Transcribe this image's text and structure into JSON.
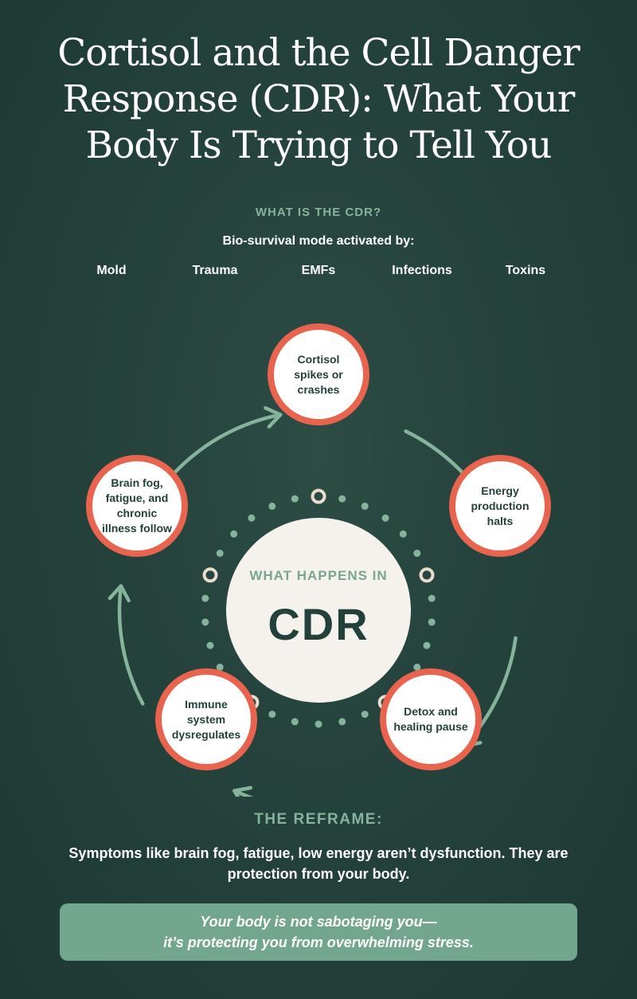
{
  "title": "Cortisol and the Cell Danger Response (CDR): What Your Body Is Trying to Tell You",
  "what_is": {
    "label": "WHAT IS THE CDR?",
    "subhead": "Bio-survival mode activated by:",
    "triggers": [
      "Mold",
      "Trauma",
      "EMFs",
      "Infections",
      "Toxins"
    ]
  },
  "cycle": {
    "center_small": "WHAT HAPPENS IN",
    "center_big": "CDR",
    "steps": [
      "Cortisol spikes or crashes",
      "Energy production halts",
      "Detox and healing pause",
      "Immune system dysregulates",
      "Brain fog, fatigue, and chronic illness follow"
    ]
  },
  "reframe": {
    "label": "THE REFRAME:",
    "text": "Symptoms like brain fog, fatigue, low energy aren’t dysfunction. They are protection from your body."
  },
  "callout": "Your body is not sabotaging you—\nit’s protecting you from overwhelming stress.",
  "colors": {
    "background": "#23403a",
    "accent_green": "#86b39c",
    "coral": "#e8644e",
    "cream": "#f5f1ec",
    "callout_bg": "#73a68e"
  }
}
